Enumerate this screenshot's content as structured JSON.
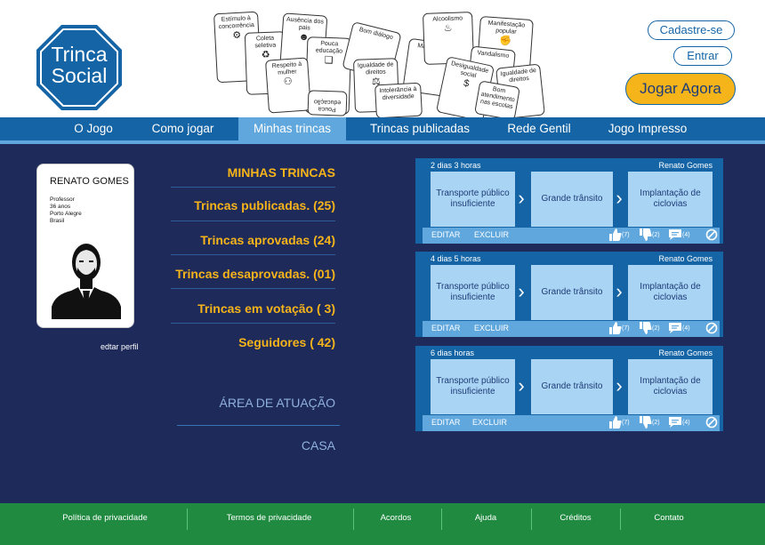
{
  "header": {
    "logo_text": [
      "Trinca",
      "Social"
    ],
    "cards": [
      "Estímulo à concorrência",
      "Coleta seletiva",
      "Ausência dos pais",
      "Pouca educação",
      "Respeito à mulher",
      "Bom diálogo",
      "Igualdade de direitos",
      "Machismo",
      "Alcoolismo",
      "Manifestação popular",
      "Vandalismo",
      "Desigualdade social",
      "Intolerância à diversidade",
      "Igualdade de direitos",
      "Bom atendimento nas escolas",
      "Pouca educação"
    ],
    "register_label": "Cadastre-se",
    "login_label": "Entrar",
    "play_label": "Jogar Agora"
  },
  "nav": {
    "items": [
      "O Jogo",
      "Como jogar",
      "Minhas trincas",
      "Trincas publicadas",
      "Rede Gentil",
      "Jogo Impresso"
    ],
    "active": "Minhas trincas"
  },
  "profile": {
    "name": "RENATO GOMES",
    "occupation": "Professor",
    "age": "36 anos",
    "city": "Porto Alegre",
    "country": "Brasil",
    "edit_label": "edtar perfil"
  },
  "stats_menu": {
    "title": "MINHAS TRINCAS",
    "items": [
      "Trincas publicadas. (25)",
      "Trincas aprovadas (24)",
      "Trincas desaprovadas. (01)",
      "Trincas em votação ( 3)",
      "Seguidores ( 42)"
    ]
  },
  "side_links": [
    "ÁREA DE ATUAÇÃO",
    "CASA"
  ],
  "trincas": [
    {
      "time": "2 dias 3 horas",
      "author": "Renato Gomes",
      "cards": [
        "Transporte público insuficiente",
        "Grande trânsito",
        "Implantação de ciclovias"
      ],
      "edit": "EDITAR",
      "delete": "EXCLUIR",
      "likes": "(7)",
      "dislikes": "(2)",
      "comments": "(4)"
    },
    {
      "time": "4 dias 5 horas",
      "author": "Renato Gomes",
      "cards": [
        "Transporte público insuficiente",
        "Grande trânsito",
        "Implantação de ciclovias"
      ],
      "edit": "EDITAR",
      "delete": "EXCLUIR",
      "likes": "(7)",
      "dislikes": "(2)",
      "comments": "(4)"
    },
    {
      "time": "6 dias horas",
      "author": "Renato Gomes",
      "cards": [
        "Transporte público insuficiente",
        "Grande trânsito",
        "Implantação de ciclovias"
      ],
      "edit": "EDITAR",
      "delete": "EXCLUIR",
      "likes": "(7)",
      "dislikes": "(2)",
      "comments": "(4)"
    }
  ],
  "footer": {
    "items": [
      "Política de privacidade",
      "Termos de privacidade",
      "Acordos",
      "Ajuda",
      "Créditos",
      "Contato"
    ]
  },
  "colors": {
    "background": "#1e2a5a",
    "primary_blue": "#1565a6",
    "light_blue": "#5fa7dd",
    "card_blue": "#a9d4f3",
    "accent_yellow": "#f6b41b",
    "footer_green": "#1f8a40"
  }
}
